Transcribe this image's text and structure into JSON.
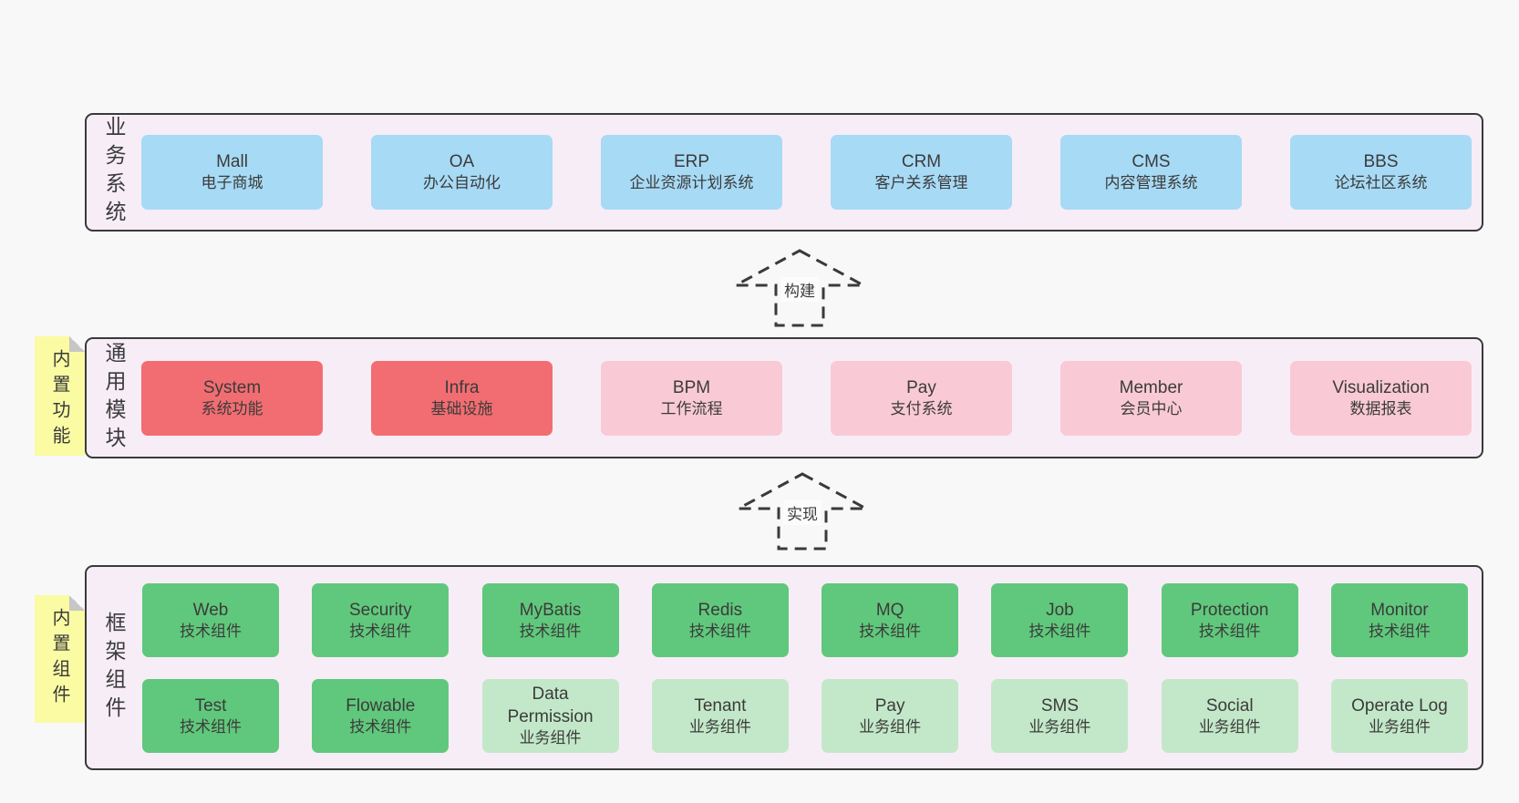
{
  "colors": {
    "page_background": "#f8f8f8",
    "section_background": "#f7edf7",
    "section_border": "#3a3a3a",
    "business_box": "#a7daf5",
    "core_module_box": "#f26d71",
    "module_box": "#f9cad5",
    "tech_component_box": "#60c87c",
    "biz_component_box": "#c3e8c9",
    "sticky_note": "#fbfba3",
    "sticky_fold": "#c6c6c6",
    "text": "#3b3b3b"
  },
  "arrows": [
    {
      "label": "构建"
    },
    {
      "label": "实现"
    }
  ],
  "sections": [
    {
      "id": "business-systems",
      "label": "业务系统",
      "boxes": [
        {
          "title": "Mall",
          "subtitle": "电子商城",
          "variant": "blue"
        },
        {
          "title": "OA",
          "subtitle": "办公自动化",
          "variant": "blue"
        },
        {
          "title": "ERP",
          "subtitle": "企业资源计划系统",
          "variant": "blue"
        },
        {
          "title": "CRM",
          "subtitle": "客户关系管理",
          "variant": "blue"
        },
        {
          "title": "CMS",
          "subtitle": "内容管理系统",
          "variant": "blue"
        },
        {
          "title": "BBS",
          "subtitle": "论坛社区系统",
          "variant": "blue"
        }
      ]
    },
    {
      "id": "common-modules",
      "label": "通用模块",
      "sticky": "内置功能",
      "boxes": [
        {
          "title": "System",
          "subtitle": "系统功能",
          "variant": "red"
        },
        {
          "title": "Infra",
          "subtitle": "基础设施",
          "variant": "red"
        },
        {
          "title": "BPM",
          "subtitle": "工作流程",
          "variant": "pink"
        },
        {
          "title": "Pay",
          "subtitle": "支付系统",
          "variant": "pink"
        },
        {
          "title": "Member",
          "subtitle": "会员中心",
          "variant": "pink"
        },
        {
          "title": "Visualization",
          "subtitle": "数据报表",
          "variant": "pink"
        }
      ]
    },
    {
      "id": "framework-components",
      "label": "框架组件",
      "sticky": "内置组件",
      "rows": [
        [
          {
            "title": "Web",
            "subtitle": "技术组件",
            "variant": "green"
          },
          {
            "title": "Security",
            "subtitle": "技术组件",
            "variant": "green"
          },
          {
            "title": "MyBatis",
            "subtitle": "技术组件",
            "variant": "green"
          },
          {
            "title": "Redis",
            "subtitle": "技术组件",
            "variant": "green"
          },
          {
            "title": "MQ",
            "subtitle": "技术组件",
            "variant": "green"
          },
          {
            "title": "Job",
            "subtitle": "技术组件",
            "variant": "green"
          },
          {
            "title": "Protection",
            "subtitle": "技术组件",
            "variant": "green"
          },
          {
            "title": "Monitor",
            "subtitle": "技术组件",
            "variant": "green"
          }
        ],
        [
          {
            "title": "Test",
            "subtitle": "技术组件",
            "variant": "green"
          },
          {
            "title": "Flowable",
            "subtitle": "技术组件",
            "variant": "green"
          },
          {
            "title": "Data Permission",
            "subtitle": "业务组件",
            "variant": "green-light"
          },
          {
            "title": "Tenant",
            "subtitle": "业务组件",
            "variant": "green-light"
          },
          {
            "title": "Pay",
            "subtitle": "业务组件",
            "variant": "green-light"
          },
          {
            "title": "SMS",
            "subtitle": "业务组件",
            "variant": "green-light"
          },
          {
            "title": "Social",
            "subtitle": "业务组件",
            "variant": "green-light"
          },
          {
            "title": "Operate Log",
            "subtitle": "业务组件",
            "variant": "green-light"
          }
        ]
      ]
    }
  ]
}
